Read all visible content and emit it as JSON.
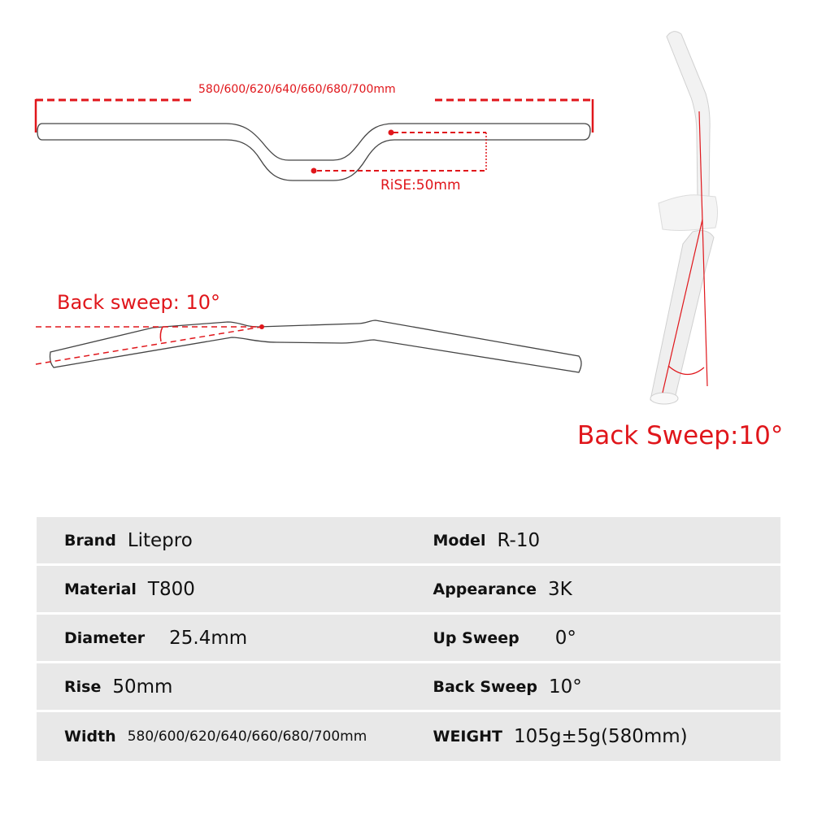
{
  "diagram": {
    "accent_color": "#e0161b",
    "front_view": {
      "width_label": "580/600/620/640/660/680/700mm",
      "rise_label": "RiSE:50mm"
    },
    "top_view": {
      "back_sweep_label": "Back sweep: 10°"
    },
    "side_view": {
      "back_sweep_label": "Back Sweep:10°"
    }
  },
  "specs": {
    "rows": [
      {
        "left": {
          "key": "Brand",
          "value": "Litepro"
        },
        "right": {
          "key": "Model",
          "value": "R-10"
        }
      },
      {
        "left": {
          "key": "Material",
          "value": "T800"
        },
        "right": {
          "key": "Appearance",
          "value": "3K"
        }
      },
      {
        "left": {
          "key": "Diameter",
          "value": "25.4mm"
        },
        "right": {
          "key": "Up Sweep",
          "value": "0°"
        }
      },
      {
        "left": {
          "key": "Rise",
          "value": "50mm"
        },
        "right": {
          "key": "Back Sweep",
          "value": "10°"
        }
      },
      {
        "left": {
          "key": "Width",
          "value": "580/600/620/640/660/680/700mm"
        },
        "right": {
          "key": "WEIGHT",
          "value": "105g±5g(580mm)"
        }
      }
    ]
  }
}
